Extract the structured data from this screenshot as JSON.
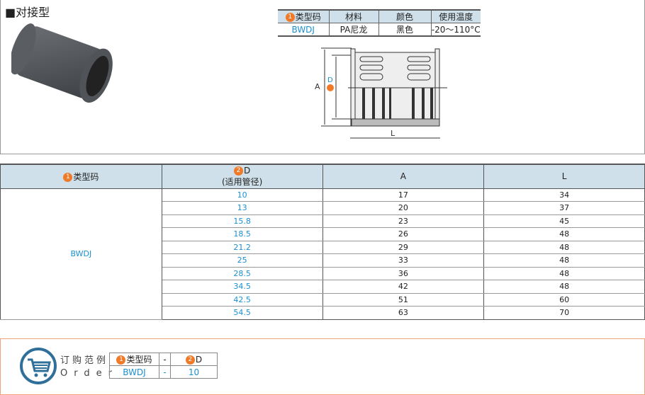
{
  "title": "■对接型",
  "spec_table": {
    "headers": [
      "类型码",
      "材料",
      "颜色",
      "使用温度"
    ],
    "row": [
      "BWDJ",
      "PA尼龙",
      "黑色",
      "-20～110°C"
    ]
  },
  "diagram": {
    "labels": {
      "a": "A",
      "d": "D",
      "l": "L"
    }
  },
  "main_table": {
    "headers": {
      "type": "类型码",
      "d": "D",
      "d_sub": "(适用管径)",
      "a": "A",
      "l": "L"
    },
    "type_value": "BWDJ",
    "rows": [
      [
        "10",
        "17",
        "34"
      ],
      [
        "13",
        "20",
        "37"
      ],
      [
        "15.8",
        "23",
        "45"
      ],
      [
        "18.5",
        "26",
        "48"
      ],
      [
        "21.2",
        "29",
        "48"
      ],
      [
        "25",
        "33",
        "48"
      ],
      [
        "28.5",
        "36",
        "48"
      ],
      [
        "34.5",
        "42",
        "48"
      ],
      [
        "42.5",
        "51",
        "60"
      ],
      [
        "54.5",
        "63",
        "70"
      ]
    ]
  },
  "order": {
    "title": "订购范例",
    "subtitle": "Order",
    "headers": [
      "类型码",
      "-",
      "D"
    ],
    "values": [
      "BWDJ",
      "-",
      "10"
    ]
  },
  "colors": {
    "accent": "#f07a28",
    "header_bg": "#cfe0ea",
    "value_blue": "#1a8fd0",
    "order_border": "#f0a27a"
  }
}
